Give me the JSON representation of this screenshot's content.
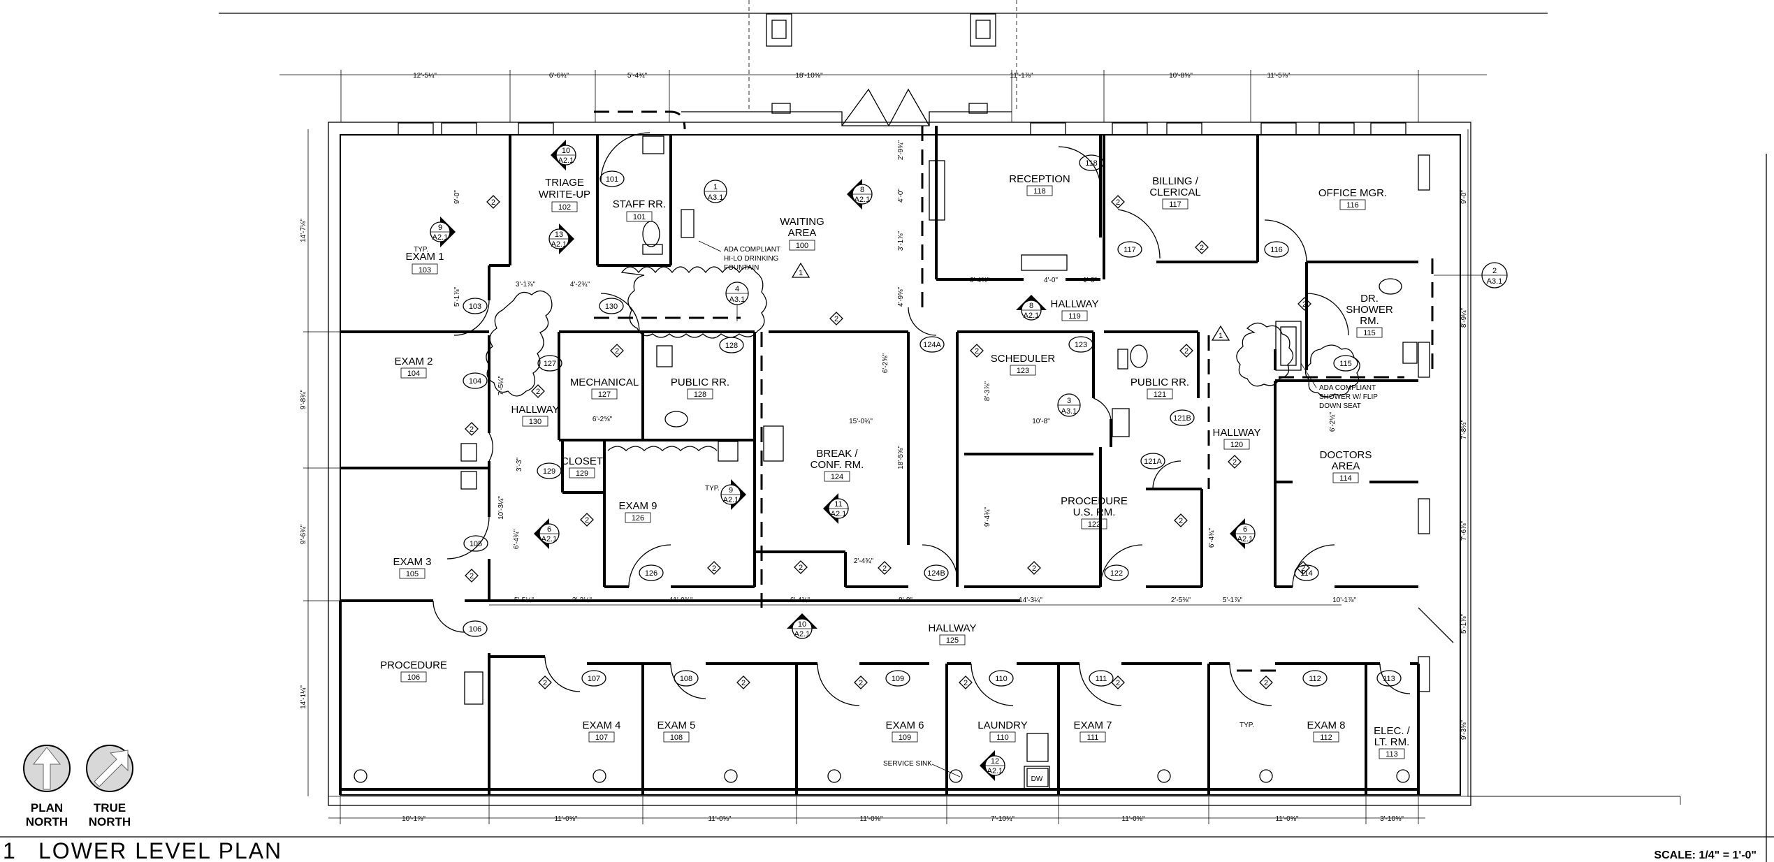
{
  "title": {
    "number": "1",
    "text": "LOWER LEVEL PLAN"
  },
  "scale": "SCALE: 1/4\" = 1'-0\"",
  "north": {
    "plan": [
      "PLAN",
      "NORTH"
    ],
    "true": [
      "TRUE",
      "NORTH"
    ]
  },
  "rooms": [
    {
      "id": "exam1",
      "name": [
        "EXAM 1"
      ],
      "num": "103"
    },
    {
      "id": "triage",
      "name": [
        "TRIAGE",
        "WRITE-UP"
      ],
      "num": "102"
    },
    {
      "id": "staffrr",
      "name": [
        "STAFF RR."
      ],
      "num": "101"
    },
    {
      "id": "waiting",
      "name": [
        "WAITING",
        "AREA"
      ],
      "num": "100"
    },
    {
      "id": "reception",
      "name": [
        "RECEPTION"
      ],
      "num": "118"
    },
    {
      "id": "billing",
      "name": [
        "BILLING /",
        "CLERICAL"
      ],
      "num": "117"
    },
    {
      "id": "officemgr",
      "name": [
        "OFFICE MGR."
      ],
      "num": "116"
    },
    {
      "id": "drshower",
      "name": [
        "DR.",
        "SHOWER",
        "RM."
      ],
      "num": "115"
    },
    {
      "id": "hallway119",
      "name": [
        "HALLWAY"
      ],
      "num": "119"
    },
    {
      "id": "exam2",
      "name": [
        "EXAM 2"
      ],
      "num": "104"
    },
    {
      "id": "mechanical",
      "name": [
        "MECHANICAL"
      ],
      "num": "127"
    },
    {
      "id": "publicrr128",
      "name": [
        "PUBLIC RR."
      ],
      "num": "128"
    },
    {
      "id": "hallway130",
      "name": [
        "HALLWAY"
      ],
      "num": "130"
    },
    {
      "id": "closet",
      "name": [
        "CLOSET"
      ],
      "num": "129"
    },
    {
      "id": "scheduler",
      "name": [
        "SCHEDULER"
      ],
      "num": "123"
    },
    {
      "id": "publicrr121",
      "name": [
        "PUBLIC RR."
      ],
      "num": "121"
    },
    {
      "id": "hallway120",
      "name": [
        "HALLWAY"
      ],
      "num": "120"
    },
    {
      "id": "doctors",
      "name": [
        "DOCTORS",
        "AREA"
      ],
      "num": "114"
    },
    {
      "id": "break",
      "name": [
        "BREAK /",
        "CONF. RM."
      ],
      "num": "124"
    },
    {
      "id": "exam9",
      "name": [
        "EXAM 9"
      ],
      "num": "126"
    },
    {
      "id": "procedureus",
      "name": [
        "PROCEDURE",
        "U.S. RM."
      ],
      "num": "122"
    },
    {
      "id": "exam3",
      "name": [
        "EXAM 3"
      ],
      "num": "105"
    },
    {
      "id": "hallway125",
      "name": [
        "HALLWAY"
      ],
      "num": "125"
    },
    {
      "id": "procedure106",
      "name": [
        "PROCEDURE"
      ],
      "num": "106"
    },
    {
      "id": "exam4",
      "name": [
        "EXAM 4"
      ],
      "num": "107"
    },
    {
      "id": "exam5",
      "name": [
        "EXAM 5"
      ],
      "num": "108"
    },
    {
      "id": "exam6",
      "name": [
        "EXAM 6"
      ],
      "num": "109"
    },
    {
      "id": "laundry",
      "name": [
        "LAUNDRY"
      ],
      "num": "110"
    },
    {
      "id": "exam7",
      "name": [
        "EXAM 7"
      ],
      "num": "111"
    },
    {
      "id": "exam8",
      "name": [
        "EXAM 8"
      ],
      "num": "112"
    },
    {
      "id": "elec",
      "name": [
        "ELEC. /",
        "LT. RM."
      ],
      "num": "113"
    }
  ],
  "doors": [
    "101",
    "130",
    "128",
    "127",
    "103",
    "104",
    "129",
    "105",
    "126",
    "106",
    "107",
    "108",
    "109",
    "110",
    "111",
    "112",
    "113",
    "118",
    "117",
    "116",
    "124A",
    "124B",
    "123",
    "121B",
    "121A",
    "122",
    "115",
    "114"
  ],
  "notes": {
    "ada_fountain": [
      "ADA COMPLIANT",
      "HI-LO DRINKING",
      "FOUNTAIN"
    ],
    "ada_shower": [
      "ADA COMPLIANT",
      "SHOWER W/ FLIP",
      "DOWN SEAT"
    ],
    "service_sink": "SERVICE SINK",
    "dw": "DW",
    "typ": "TYP."
  },
  "section_marks": [
    {
      "num": "10",
      "sheet": "A2.1"
    },
    {
      "num": "9",
      "sheet": "A2.1"
    },
    {
      "num": "13",
      "sheet": "A2.1"
    },
    {
      "num": "8",
      "sheet": "A2.1"
    },
    {
      "num": "6",
      "sheet": "A2.1"
    },
    {
      "num": "11",
      "sheet": "A2.1"
    },
    {
      "num": "12",
      "sheet": "A2.1"
    },
    {
      "num": "10",
      "sheet": "A2.1"
    },
    {
      "num": "9",
      "sheet": "A2.1"
    },
    {
      "num": "8",
      "sheet": "A2.1"
    },
    {
      "num": "6",
      "sheet": "A2.1"
    }
  ],
  "detail_marks": [
    {
      "num": "1",
      "sheet": "A3.1"
    },
    {
      "num": "4",
      "sheet": "A3.1"
    },
    {
      "num": "3",
      "sheet": "A3.1"
    },
    {
      "num": "2",
      "sheet": "A3.1"
    }
  ],
  "dimensions": {
    "top": [
      "12'-5¼\"",
      "6'-6¾\"",
      "5'-4¾\"",
      "18'-10⅝\"",
      "11'-1⅞\"",
      "10'-8⅝\"",
      "11'-5⅞\""
    ],
    "bottom": [
      "10'-1⅞\"",
      "11'-0⅝\"",
      "11'-0⅝\"",
      "11'-0⅝\"",
      "7'-10¾\"",
      "11'-0⅝\"",
      "11'-0⅝\"",
      "3'-10⅝\""
    ],
    "mid": [
      "5'-5¼\"",
      "3'-3½\"",
      "11'-0⅝\"",
      "6'-4¾\"",
      "8'-8\"",
      "14'-3¼\"",
      "2'-5⅜\"",
      "5'-1⅞\"",
      "10'-1⅞\""
    ],
    "left": [
      "14'-7⅛\"",
      "9'-8¾\"",
      "9'-6¾\"",
      "14'-1¼\""
    ],
    "right": [
      "9'-0\"",
      "8'-9¼\"",
      "7'-8½\"",
      "7'-6⅞\"",
      "5'-1⅞\"",
      "9'-3⅝\""
    ],
    "inner": [
      "9'-0\"",
      "5'-1⅞\"",
      "3'-1⅞\"",
      "4'-2¾\"",
      "7'-5¼\"",
      "10'-3¼\"",
      "6'-4¾\"",
      "6'-2⅝\"",
      "6'-4⅝\"",
      "4'-0\"",
      "1'-8\"",
      "2'-9¾\"",
      "4'-0\"",
      "3'-1⅞\"",
      "4'-9⅝\"",
      "15'-0¾\"",
      "18'-5⅝\"",
      "10'-8\"",
      "8'-3⅞\"",
      "9'-4¾\"",
      "6'-4¾\"",
      "2'-4¾\"",
      "6'-2⅝\"",
      "3'-3\"",
      "6'-2½\""
    ]
  },
  "keynote": "2",
  "revision": "1"
}
